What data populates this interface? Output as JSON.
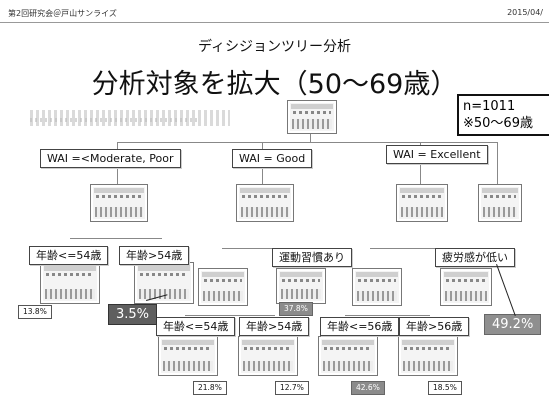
{
  "header": {
    "left": "第2回研究会＠戸山サンライズ",
    "right": "2015/04/"
  },
  "subtitle": "ディシジョンツリー分析",
  "title": "分析対象を拡大（50〜69歳）",
  "sample": {
    "n": "n=1011",
    "note": "※50〜69歳"
  },
  "labels": {
    "wai_poor": "WAI =<Moderate, Poor",
    "wai_good": "WAI = Good",
    "wai_excellent": "WAI = Excellent",
    "age_le54_a": "年齢<=54歳",
    "age_gt54_a": "年齢>54歳",
    "exercise": "運動習慣あり",
    "fatigue_low": "疲労感が低い",
    "age_le54_b": "年齢<=54歳",
    "age_gt54_b": "年齢>54歳",
    "age_le56": "年齢<=56歳",
    "age_gt56": "年齢>56歳"
  },
  "percentages": {
    "p138": "13.8%",
    "p35": "3.5%",
    "p378": "37.8%",
    "p492": "49.2%",
    "p218": "21.8%",
    "p127": "12.7%",
    "p426": "42.6%",
    "p185": "18.5%"
  },
  "colors": {
    "highlight_dark": "#5f5f5f",
    "highlight_mid": "#8b8b8b"
  }
}
